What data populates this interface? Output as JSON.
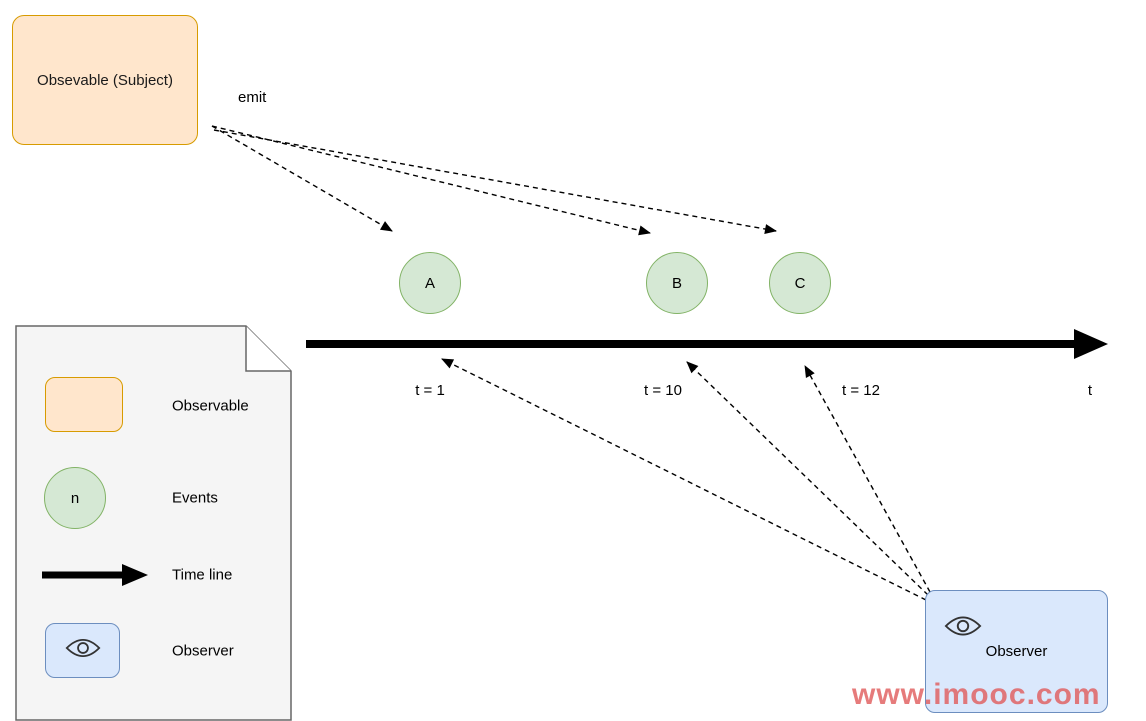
{
  "diagram": {
    "subject": {
      "label": "Obsevable (Subject)"
    },
    "emit_label": "emit",
    "events": [
      {
        "label": "A",
        "time_label": "t = 1"
      },
      {
        "label": "B",
        "time_label": "t = 10"
      },
      {
        "label": "C",
        "time_label": "t = 12"
      }
    ],
    "timeline_axis_label": "t",
    "observer": {
      "label": "Observer"
    }
  },
  "legend": {
    "items": [
      {
        "label": "Observable"
      },
      {
        "label": "Events",
        "swatch_text": "n"
      },
      {
        "label": "Time line"
      },
      {
        "label": "Observer"
      }
    ]
  },
  "watermark": "www.imooc.com",
  "colors": {
    "observable_fill": "#ffe6cc",
    "observable_stroke": "#d79b00",
    "event_fill": "#d5e8d4",
    "event_stroke": "#82b366",
    "observer_fill": "#dae8fc",
    "observer_stroke": "#6c8ebf",
    "legend_fill": "#f5f5f5",
    "legend_stroke": "#666666",
    "timeline_color": "#000000",
    "watermark_color": "#e05a5a"
  }
}
